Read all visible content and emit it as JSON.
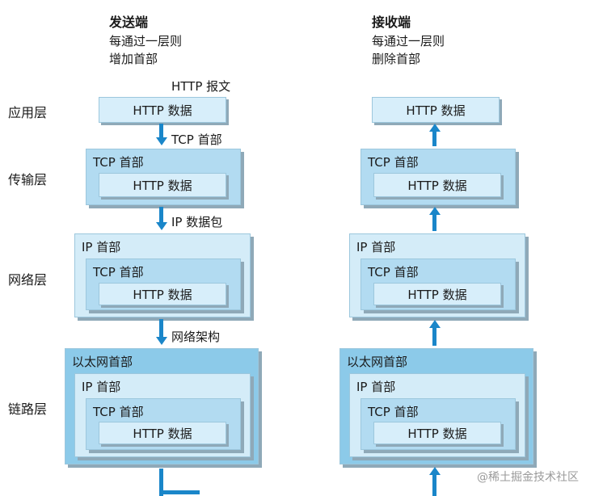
{
  "sender": {
    "title": "发送端",
    "note1": "每通过一层则",
    "note2": "增加首部"
  },
  "receiver": {
    "title": "接收端",
    "note1": "每通过一层则",
    "note2": "删除首部"
  },
  "layers": {
    "application": "应用层",
    "transport": "传输层",
    "network": "网络层",
    "link": "链路层"
  },
  "flow_labels": {
    "http_message": "HTTP 报文",
    "tcp_header": "TCP 首部",
    "ip_packet": "IP 数据包",
    "network_frame": "网络架构"
  },
  "headers": {
    "http_data": "HTTP 数据",
    "tcp_header": "TCP 首部",
    "ip_header": "IP 首部",
    "ethernet_header": "以太网首部"
  },
  "colors": {
    "arrow": "#1a86c9",
    "box_light": "#d4ecf8",
    "box_mid": "#b2dbf1",
    "box_dark": "#8ccae9"
  },
  "watermark": "@稀土掘金技术社区"
}
